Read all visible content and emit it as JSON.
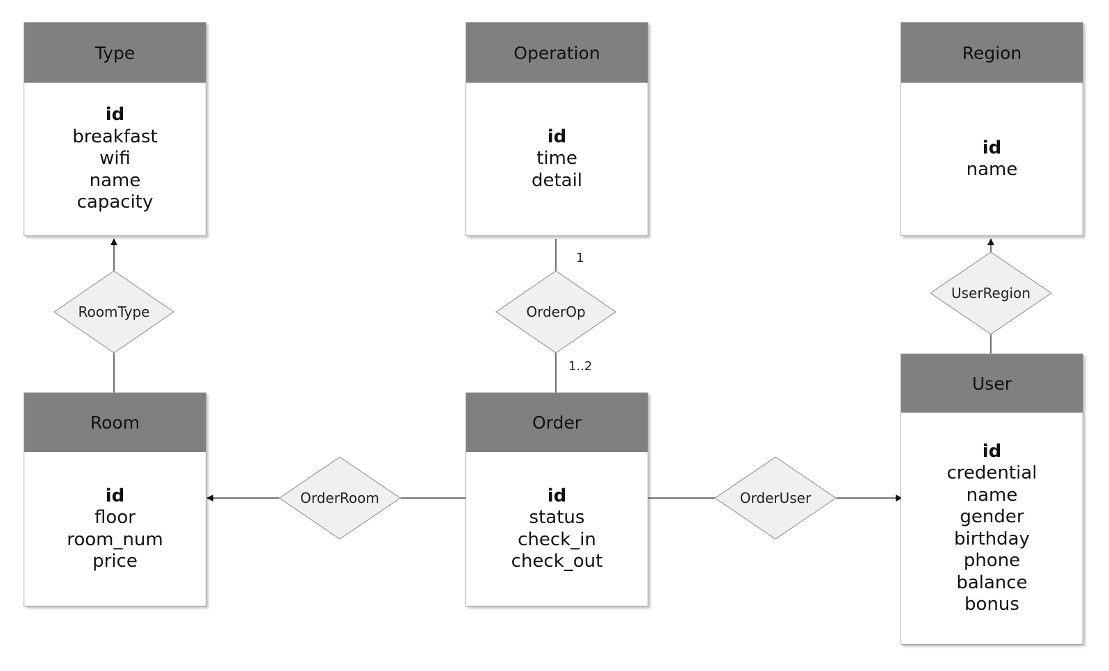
{
  "entities": {
    "type": {
      "title": "Type",
      "key": "id",
      "attrs": [
        "breakfast",
        "wifi",
        "name",
        "capacity"
      ]
    },
    "operation": {
      "title": "Operation",
      "key": "id",
      "attrs": [
        "time",
        "detail"
      ]
    },
    "region": {
      "title": "Region",
      "key": "id",
      "attrs": [
        "name"
      ]
    },
    "room": {
      "title": "Room",
      "key": "id",
      "attrs": [
        "floor",
        "room_num",
        "price"
      ]
    },
    "order": {
      "title": "Order",
      "key": "id",
      "attrs": [
        "status",
        "check_in",
        "check_out"
      ]
    },
    "user": {
      "title": "User",
      "key": "id",
      "attrs": [
        "credential",
        "name",
        "gender",
        "birthday",
        "phone",
        "balance",
        "bonus"
      ]
    }
  },
  "relationships": {
    "room_type": "RoomType",
    "order_op": "OrderOp",
    "user_region": "UserRegion",
    "order_room": "OrderRoom",
    "order_user": "OrderUser"
  },
  "cardinalities": {
    "order_op_operation_side": "1",
    "order_op_order_side": "1..2"
  },
  "colors": {
    "header": "#808080",
    "diamond_fill": "#f0f0f0",
    "line": "#222222"
  }
}
